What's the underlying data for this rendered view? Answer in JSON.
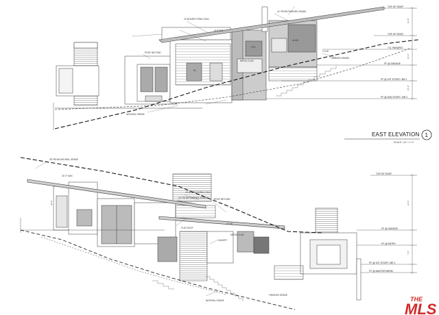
{
  "drawing": {
    "east": {
      "title": "EAST ELEVATION",
      "scale": "SCALE: 1/4\" = 1'-0\"",
      "number": "1",
      "levels": [
        "TOP OF ROOF",
        "TOP OF ROOF",
        "T.O. PARAPET",
        "FF @ GARAGE",
        "FF @ 1ST STORY / BR 1",
        "FF @ 2ND STORY / BR 2"
      ],
      "callouts": [
        "15' BOARD FORM CONC.",
        "GUTTER",
        "14' FROM FINISHED GRADE",
        "METAL CLAD",
        "ROOF BEYOND",
        "FINISHED GRADE",
        "NATURAL GRADE",
        "T.O.W.",
        "STO",
        "ALUM.",
        "GL"
      ]
    },
    "west": {
      "levels": [
        "TOP OF ROOF",
        "FF @ GARAGE",
        "FF @ ENTRY",
        "FF @ 1ST STORY / BR 1",
        "FF @ MASTER BDRM"
      ],
      "callouts": [
        "35' FROM NATURAL GRADE",
        "15' BOARD FORM CONC.",
        "14' FROM FINISHED GRADE",
        "ROOF BEYOND",
        "FLAT ROOF",
        "METAL CLAD",
        "CANOPY",
        "NATURAL GRADE",
        "FINISHED GRADE",
        "T.O.W.",
        "15' 0\" MAX"
      ]
    }
  },
  "logo": {
    "line1": "THE",
    "line2": "MLS",
    "color": "#d12b2b"
  }
}
